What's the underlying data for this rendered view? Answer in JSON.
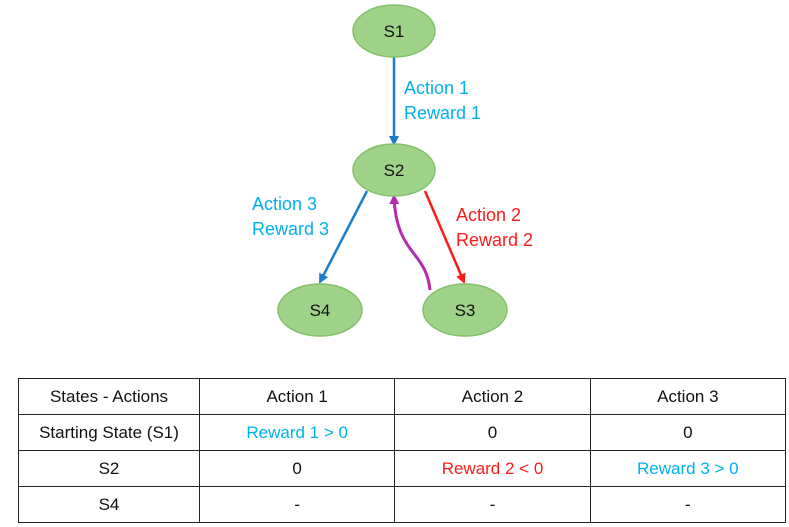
{
  "colors": {
    "node_fill": "#9fd38a",
    "node_stroke": "#84c06c",
    "blue_text": "#00b0f0",
    "blue_arrow": "#1a7fc8",
    "red": "#ff1a1a",
    "magenta": "#b52bb0"
  },
  "diagram": {
    "nodes": [
      {
        "id": "s1",
        "label": "S1"
      },
      {
        "id": "s2",
        "label": "S2"
      },
      {
        "id": "s3",
        "label": "S3"
      },
      {
        "id": "s4",
        "label": "S4"
      }
    ],
    "edges": {
      "s1_s2": {
        "action": "Action 1",
        "reward": "Reward 1"
      },
      "s2_s4": {
        "action": "Action 3",
        "reward": "Reward 3"
      },
      "s2_s3": {
        "action": "Action 2",
        "reward": "Reward 2"
      }
    }
  },
  "table": {
    "headers": [
      "States - Actions",
      "Action 1",
      "Action 2",
      "Action 3"
    ],
    "rows": [
      [
        "Starting State (S1)",
        "Reward 1 > 0",
        "0",
        "0"
      ],
      [
        "S2",
        "0",
        "Reward 2 < 0",
        "Reward 3 > 0"
      ],
      [
        "S4",
        "-",
        "-",
        "-"
      ]
    ]
  }
}
